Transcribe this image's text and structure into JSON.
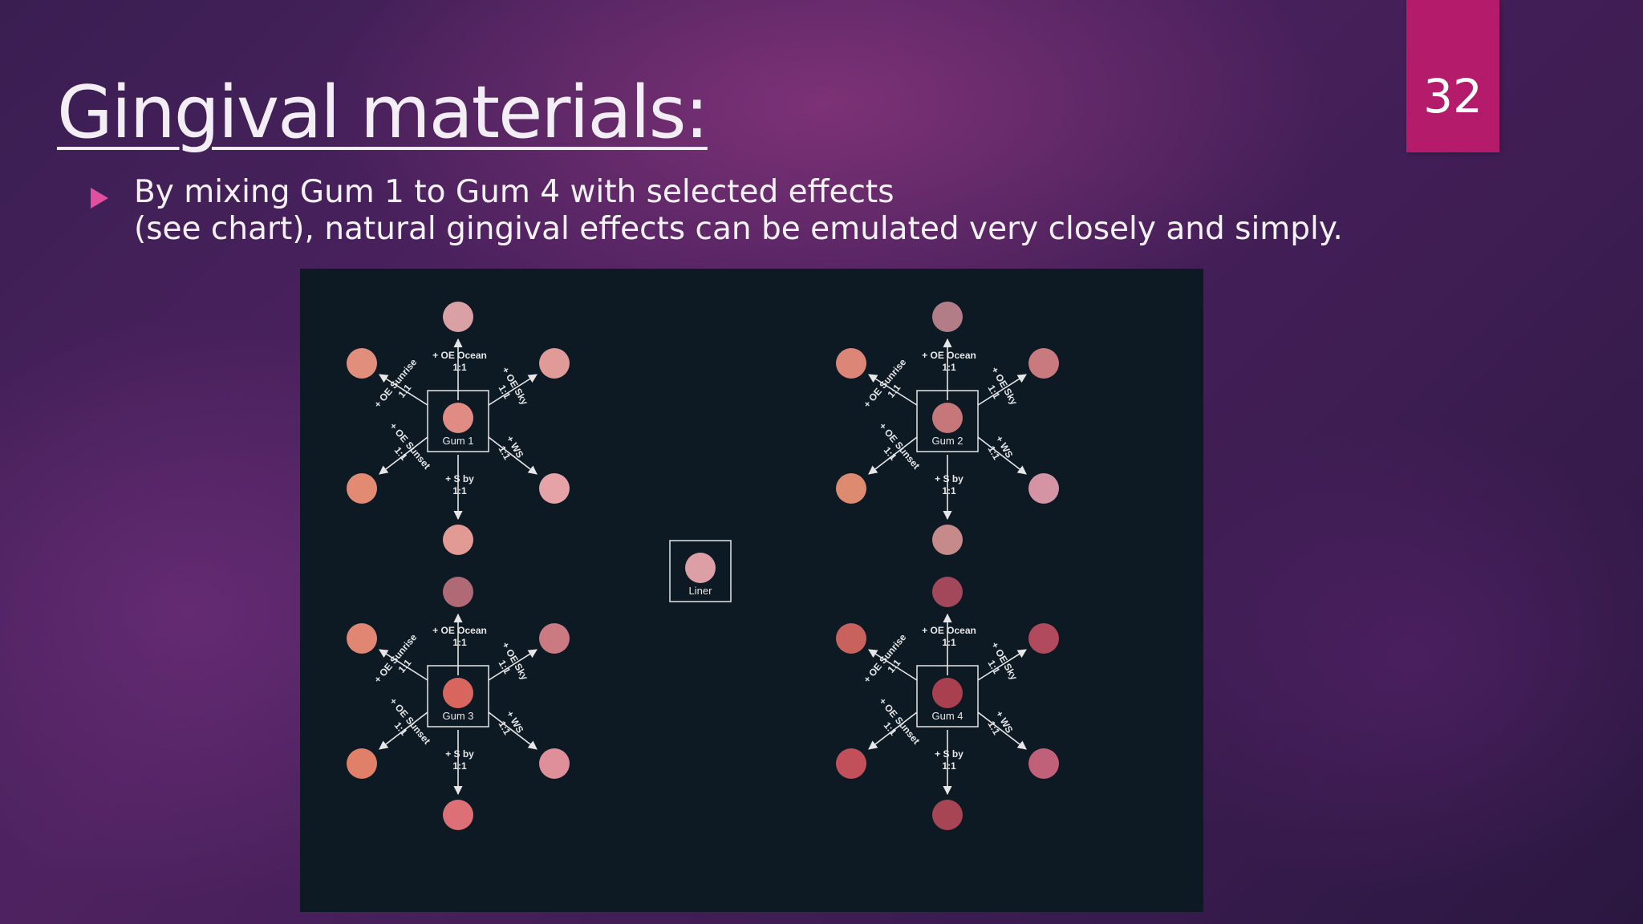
{
  "slide": {
    "title": "Gingival materials:",
    "number": "32",
    "accent_color": "#b51b6b",
    "bullet_color": "#e0509e",
    "bullet_lines": [
      "By mixing Gum 1 to Gum 4 with selected effects",
      "(see chart), natural gingival effects can be emulated very closely and simply."
    ]
  },
  "chart": {
    "liner_label": "Liner",
    "liner_color": "#dc9fa5",
    "clusters": [
      {
        "label": "Gum 1",
        "center_color": "#e08c84",
        "mixes": [
          {
            "dir": "up",
            "label": "+ OE Ocean",
            "ratio": "1:1",
            "color": "#d9a1a3"
          },
          {
            "dir": "up-left",
            "label": "+ OE Sunrise",
            "ratio": "1:1",
            "color": "#e18e7c"
          },
          {
            "dir": "up-right",
            "label": "+ OE Sky",
            "ratio": "1:1",
            "color": "#e09a98"
          },
          {
            "dir": "down-left",
            "label": "+ OE Sunset",
            "ratio": "1:1",
            "color": "#e38b72"
          },
          {
            "dir": "down-right",
            "label": "+ WS",
            "ratio": "1:1",
            "color": "#e5a3a8"
          },
          {
            "dir": "down",
            "label": "+ S by",
            "ratio": "1:1",
            "color": "#e29a94"
          }
        ]
      },
      {
        "label": "Gum 2",
        "center_color": "#c57779",
        "mixes": [
          {
            "dir": "up",
            "label": "+ OE Ocean",
            "ratio": "1:1",
            "color": "#b27d86"
          },
          {
            "dir": "up-left",
            "label": "+ OE Sunrise",
            "ratio": "1:1",
            "color": "#db8676"
          },
          {
            "dir": "up-right",
            "label": "+ OE Sky",
            "ratio": "1:1",
            "color": "#c87a7e"
          },
          {
            "dir": "down-left",
            "label": "+ OE Sunset",
            "ratio": "1:1",
            "color": "#dc8a70"
          },
          {
            "dir": "down-right",
            "label": "+ WS",
            "ratio": "1:1",
            "color": "#d594a4"
          },
          {
            "dir": "down",
            "label": "+ S by",
            "ratio": "1:1",
            "color": "#c78a8a"
          }
        ]
      },
      {
        "label": "Gum 3",
        "center_color": "#d9655f",
        "mixes": [
          {
            "dir": "up",
            "label": "+ OE Ocean",
            "ratio": "1:1",
            "color": "#b06a75"
          },
          {
            "dir": "up-left",
            "label": "+ OE Sunrise",
            "ratio": "1:1",
            "color": "#e18672"
          },
          {
            "dir": "up-right",
            "label": "+ OE Sky",
            "ratio": "1:1",
            "color": "#cc7a82"
          },
          {
            "dir": "down-left",
            "label": "+ OE Sunset",
            "ratio": "1:1",
            "color": "#e08068"
          },
          {
            "dir": "down-right",
            "label": "+ WS",
            "ratio": "1:1",
            "color": "#de8f99"
          },
          {
            "dir": "down",
            "label": "+ S by",
            "ratio": "1:1",
            "color": "#dd7077"
          }
        ]
      },
      {
        "label": "Gum 4",
        "center_color": "#a8404f",
        "mixes": [
          {
            "dir": "up",
            "label": "+ OE Ocean",
            "ratio": "1:1",
            "color": "#a2485a"
          },
          {
            "dir": "up-left",
            "label": "+ OE Sunrise",
            "ratio": "1:1",
            "color": "#c7625d"
          },
          {
            "dir": "up-right",
            "label": "+ OE Sky",
            "ratio": "1:1",
            "color": "#b04a5c"
          },
          {
            "dir": "down-left",
            "label": "+ OE Sunset",
            "ratio": "1:1",
            "color": "#c2505a"
          },
          {
            "dir": "down-right",
            "label": "+ WS",
            "ratio": "1:1",
            "color": "#c16179"
          },
          {
            "dir": "down",
            "label": "+ S by",
            "ratio": "1:1",
            "color": "#a84555"
          }
        ]
      }
    ]
  }
}
